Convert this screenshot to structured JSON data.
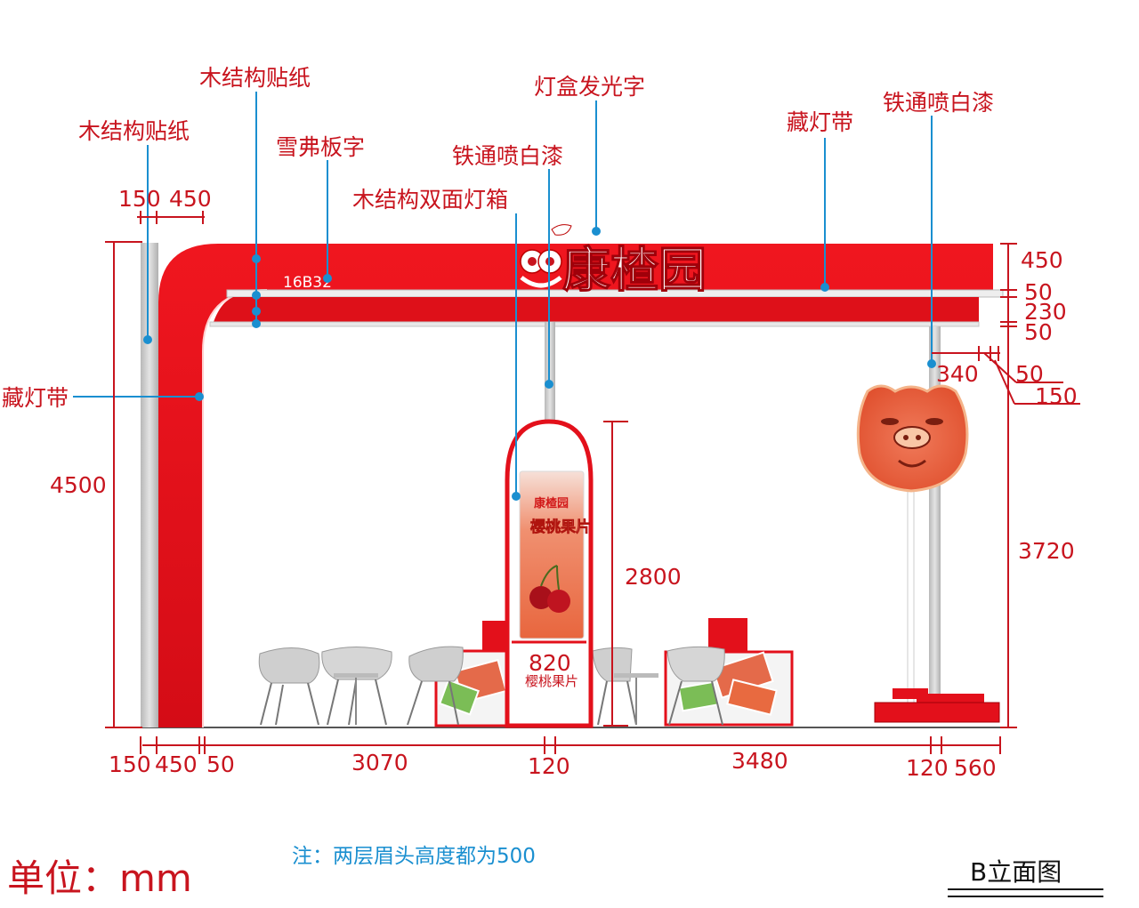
{
  "labels": {
    "wood_sticker_left": "木结构贴纸",
    "wood_sticker_top": "木结构贴纸",
    "snow_board_text": "雪弗板字",
    "light_box_text": "灯盒发光字",
    "iron_white_center": "铁通喷白漆",
    "double_light_box": "木结构双面灯箱",
    "hidden_strip_top": "藏灯带",
    "iron_white_right": "铁通喷白漆",
    "hidden_strip_left": "藏灯带"
  },
  "booth_code": "16B32",
  "brand": "康楂园",
  "product": {
    "name": "樱桃果片",
    "mini_brand": "康楂园"
  },
  "dimensions": {
    "top_150": "150",
    "top_450": "450",
    "height_4500": "4500",
    "r_450": "450",
    "r_50a": "50",
    "r_230": "230",
    "r_50b": "50",
    "r_340": "340",
    "r_50c": "50",
    "r_150": "150",
    "lightbox_2800": "2800",
    "lightbox_820": "820",
    "r_3720": "3720",
    "b_150": "150",
    "b_450": "450",
    "b_50": "50",
    "b_3070": "3070",
    "b_120a": "120",
    "b_3480": "3480",
    "b_120b": "120",
    "b_560": "560"
  },
  "note": "注：两层眉头高度都为500",
  "unit": "单位：mm",
  "title": "B立面图",
  "colors": {
    "brand_red": "#e3101b",
    "leader_blue": "#1a8fd0",
    "dim_red": "#c8141e",
    "column_grey": "#c9c9c9"
  }
}
